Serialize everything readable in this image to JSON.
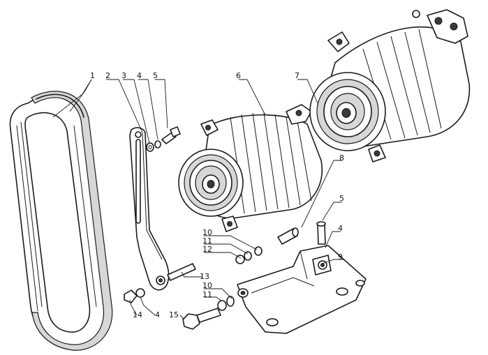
{
  "labels": {
    "l1": "1",
    "l2": "2",
    "l3": "3",
    "l4a": "4",
    "l5a": "5",
    "l6": "6",
    "l7": "7",
    "l8": "8",
    "l5b": "5",
    "l4b": "4",
    "l10a": "10",
    "l11a": "11",
    "l12": "12",
    "l13": "13",
    "l9": "9",
    "l10b": "10",
    "l11b": "11",
    "l14": "14",
    "l4c": "4",
    "l15": "15"
  }
}
